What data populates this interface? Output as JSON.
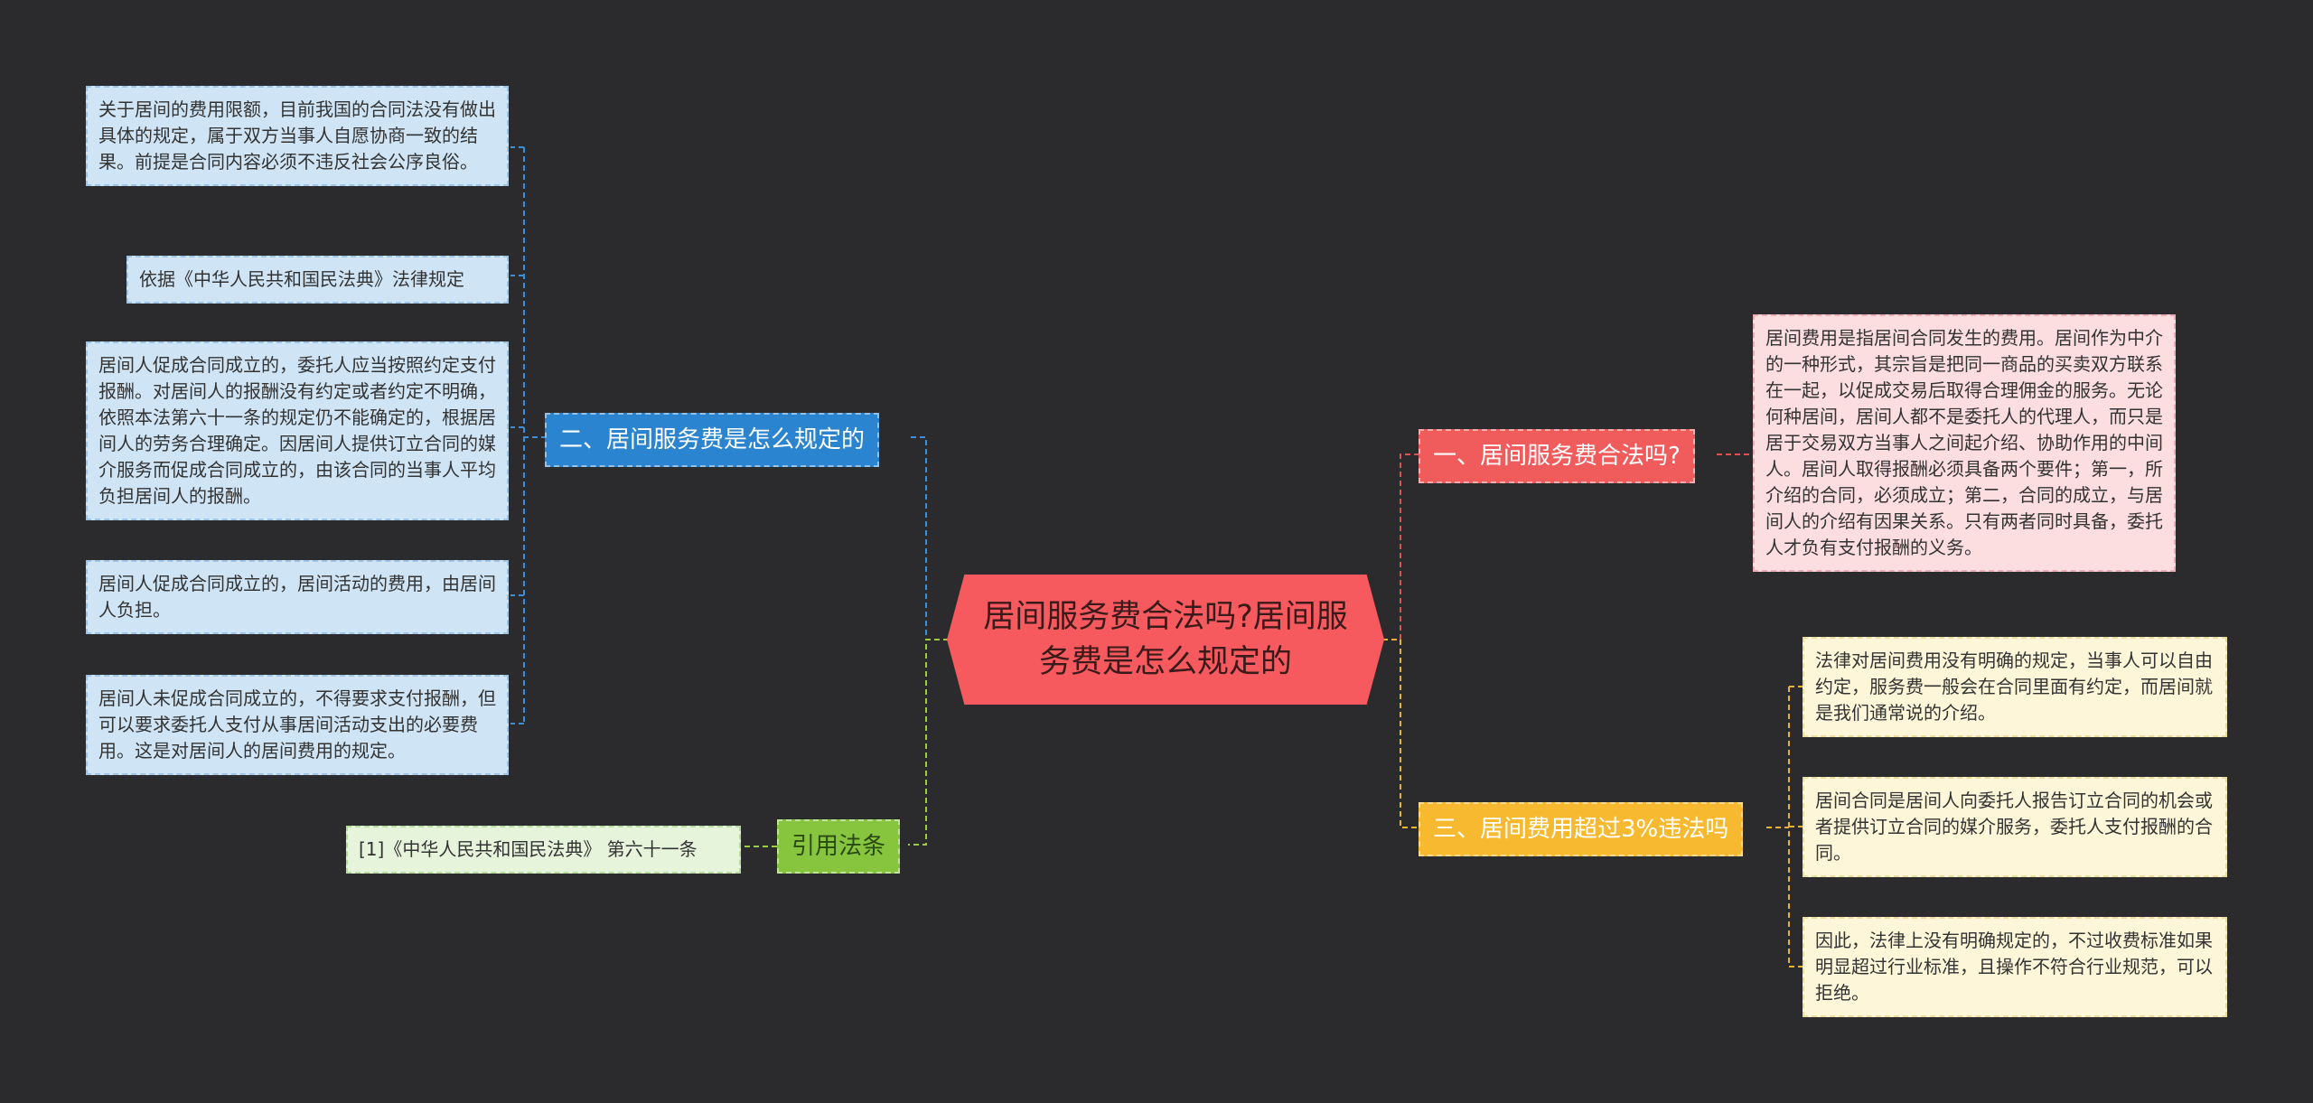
{
  "center": {
    "title": "居间服务费合法吗?居间服务费是怎么规定的"
  },
  "branches": {
    "b1": {
      "label": "一、居间服务费合法吗?"
    },
    "b2": {
      "label": "二、居间服务费是怎么规定的"
    },
    "b3": {
      "label": "三、居间费用超过3%违法吗"
    },
    "b4": {
      "label": "引用法条"
    }
  },
  "leaves": {
    "l1": "关于居间的费用限额，目前我国的合同法没有做出具体的规定，属于双方当事人自愿协商一致的结果。前提是合同内容必须不违反社会公序良俗。",
    "l2": "依据《中华人民共和国民法典》法律规定",
    "l3": "居间人促成合同成立的，委托人应当按照约定支付报酬。对居间人的报酬没有约定或者约定不明确，依照本法第六十一条的规定仍不能确定的，根据居间人的劳务合理确定。因居间人提供订立合同的媒介服务而促成合同成立的，由该合同的当事人平均负担居间人的报酬。",
    "l4": "居间人促成合同成立的，居间活动的费用，由居间人负担。",
    "l5": "居间人未促成合同成立的，不得要求支付报酬，但可以要求委托人支付从事居间活动支出的必要费用。这是对居间人的居间费用的规定。",
    "l6": "[1]《中华人民共和国民法典》 第六十一条",
    "r1": "居间费用是指居间合同发生的费用。居间作为中介的一种形式，其宗旨是把同一商品的买卖双方联系在一起，以促成交易后取得合理佣金的服务。无论何种居间，居间人都不是委托人的代理人，而只是居于交易双方当事人之间起介绍、协助作用的中间人。居间人取得报酬必须具备两个要件；第一，所介绍的合同，必须成立；第二，合同的成立，与居间人的介绍有因果关系。只有两者同时具备，委托人才负有支付报酬的义务。",
    "r2": "法律对居间费用没有明确的规定，当事人可以自由约定，服务费一般会在合同里面有约定，而居间就是我们通常说的介绍。",
    "r3": "居间合同是居间人向委托人报告订立合同的机会或者提供订立合同的媒介服务，委托人支付报酬的合同。",
    "r4": "因此，法律上没有明确规定的，不过收费标准如果明显超过行业标准，且操作不符合行业规范，可以拒绝。"
  },
  "colors": {
    "background": "#2b2b2d",
    "center": "#f65a5e",
    "blue": "#2a84cf",
    "red": "#f05c5c",
    "orange": "#f6b92f",
    "green": "#87c53f",
    "line_blue": "#3b8fd6",
    "line_red": "#e25050",
    "line_orange": "#e9b330",
    "line_green": "#9ccc45"
  }
}
